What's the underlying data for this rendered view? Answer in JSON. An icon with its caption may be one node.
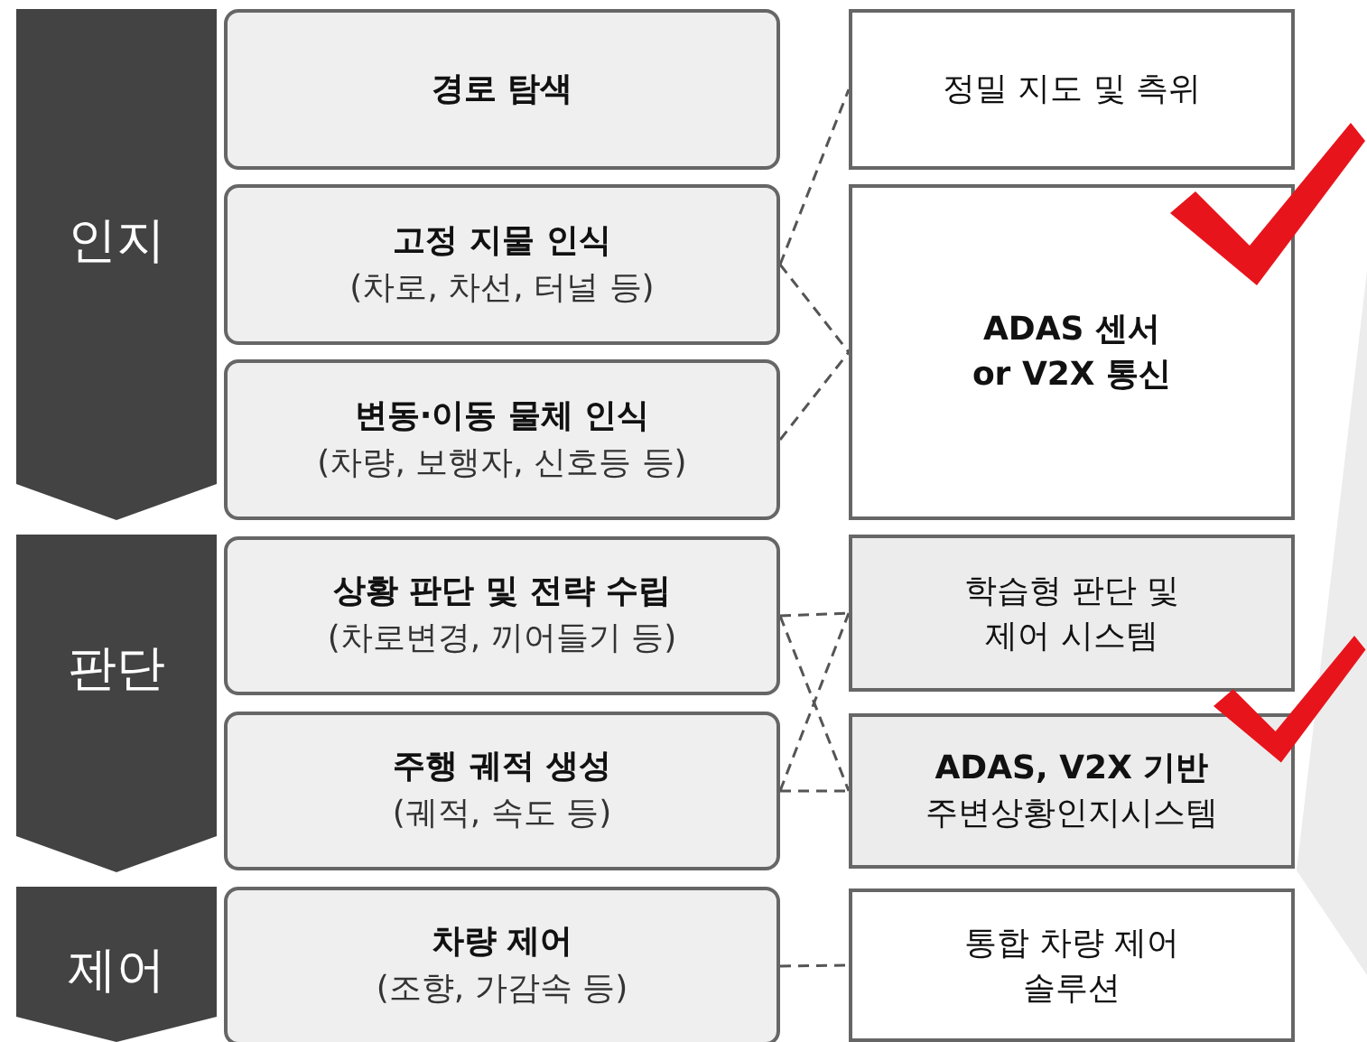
{
  "diagram": {
    "nodes": [
      {
        "text": [
          "인지"
        ]
      },
      {
        "text": [
          "경로 탐색"
        ]
      },
      {
        "text": [
          "고정 지물 인식",
          "(차로, 차선, 터널 등)"
        ]
      },
      {
        "text": [
          "변동·이동 물체 인식",
          "(차량, 보행자, 신호등 등)"
        ]
      },
      {
        "text": [
          "정밀 지도 및 측위"
        ]
      },
      {
        "text": [
          "ADAS 센서 or V2X 통신"
        ]
      },
      {
        "text": [
          "판단"
        ]
      },
      {
        "text": [
          "상황 판단 및 전략 수립",
          "(차로변경, 끼어들기 등)"
        ]
      },
      {
        "text": [
          "주행 궤적 생성",
          "(궤적, 속도 등)"
        ]
      },
      {
        "text": [
          "학습형 판단 및 제어 시스템"
        ]
      },
      {
        "text": [
          "ADAS, V2X 기반",
          "주변상황인지시스템"
        ]
      },
      {
        "text": [
          "제어"
        ]
      },
      {
        "text": [
          "차량 제어",
          "(조향, 가감속 등)"
        ]
      },
      {
        "text": [
          "통합 차량 제어 솔루션"
        ]
      }
    ],
    "edges": [
      {
        "from": 2,
        "to": 4,
        "arrow": "none",
        "style": "dashed"
      },
      {
        "from": 2,
        "to": 5,
        "arrow": "none",
        "style": "dashed"
      },
      {
        "from": 3,
        "to": 5,
        "arrow": "none",
        "style": "dashed"
      },
      {
        "from": 7,
        "to": 9,
        "arrow": "none",
        "style": "dashed"
      },
      {
        "from": 7,
        "to": 10,
        "arrow": "none",
        "style": "dashed"
      },
      {
        "from": 8,
        "to": 9,
        "arrow": "none",
        "style": "dashed"
      },
      {
        "from": 8,
        "to": 10,
        "arrow": "none",
        "style": "dashed"
      },
      {
        "from": 12,
        "to": 13,
        "arrow": "none",
        "style": "dashed"
      }
    ]
  }
}
